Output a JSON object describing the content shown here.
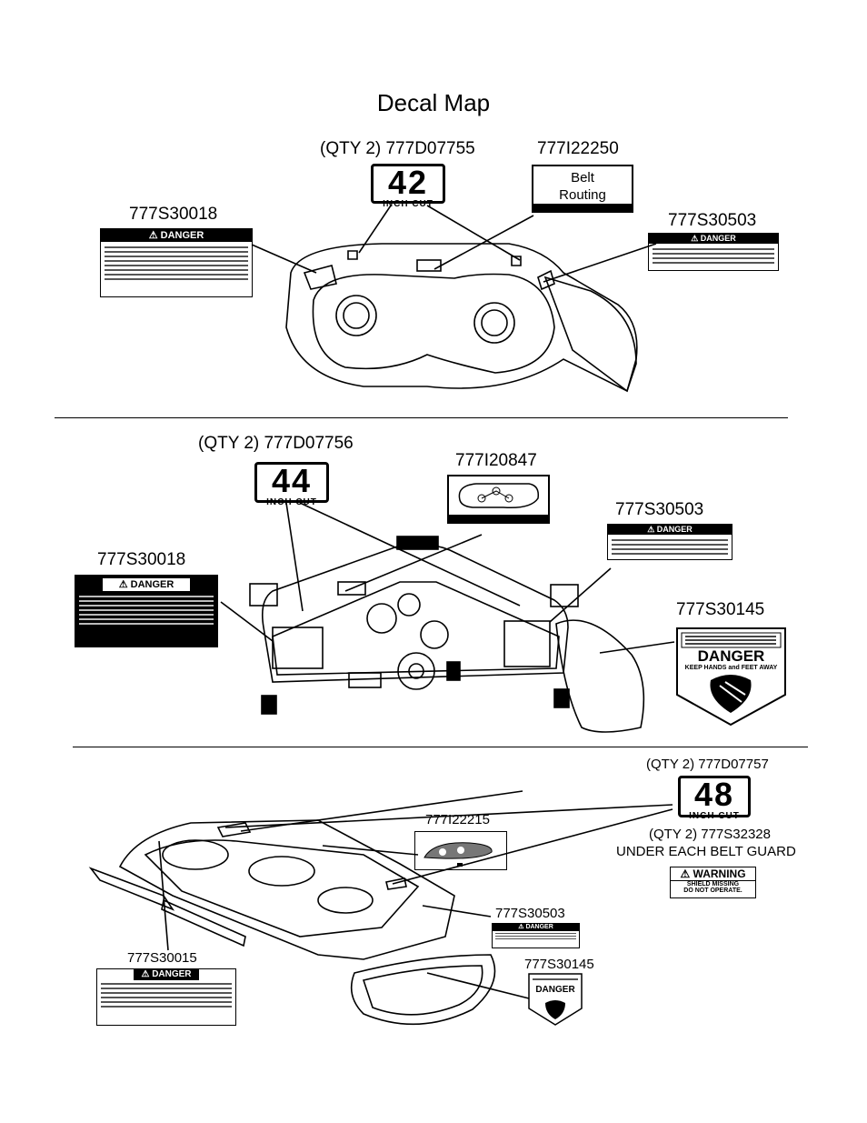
{
  "page": {
    "title": "Decal Map"
  },
  "sections": {
    "s42": {
      "qty_part": "(QTY 2) 777D07755",
      "cut_number": "42",
      "cut_unit": "INCH CUT",
      "belt_part": "777I22250",
      "belt_text_1": "Belt",
      "belt_text_2": "Routing",
      "danger_left_part": "777S30018",
      "danger_left_head": "⚠ DANGER",
      "danger_right_part": "777S30503",
      "danger_right_head": "⚠ DANGER"
    },
    "s44": {
      "qty_part": "(QTY 2) 777D07756",
      "cut_number": "44",
      "cut_unit": "INCH CUT",
      "belt_part": "777I20847",
      "danger_left_part": "777S30018",
      "danger_left_head": "⚠ DANGER",
      "danger_right_part": "777S30503",
      "danger_right_head": "⚠ DANGER",
      "shield_part": "777S30145",
      "shield_head": "DANGER",
      "shield_sub": "KEEP HANDS and FEET AWAY"
    },
    "s48": {
      "qty_part": "(QTY 2) 777D07757",
      "cut_number": "48",
      "cut_unit": "INCH CUT",
      "warning_qty": "(QTY 2) 777S32328",
      "warning_note": "UNDER EACH BELT GUARD",
      "warning_head": "⚠ WARNING",
      "warning_line_1": "SHIELD MISSING",
      "warning_line_2": "DO NOT OPERATE.",
      "belt_part": "777I22215",
      "danger_mid_part": "777S30503",
      "danger_mid_head": "⚠ DANGER",
      "shield_part": "777S30145",
      "shield_head": "DANGER",
      "danger_left_part": "777S30015",
      "danger_left_head": "⚠ DANGER"
    }
  }
}
